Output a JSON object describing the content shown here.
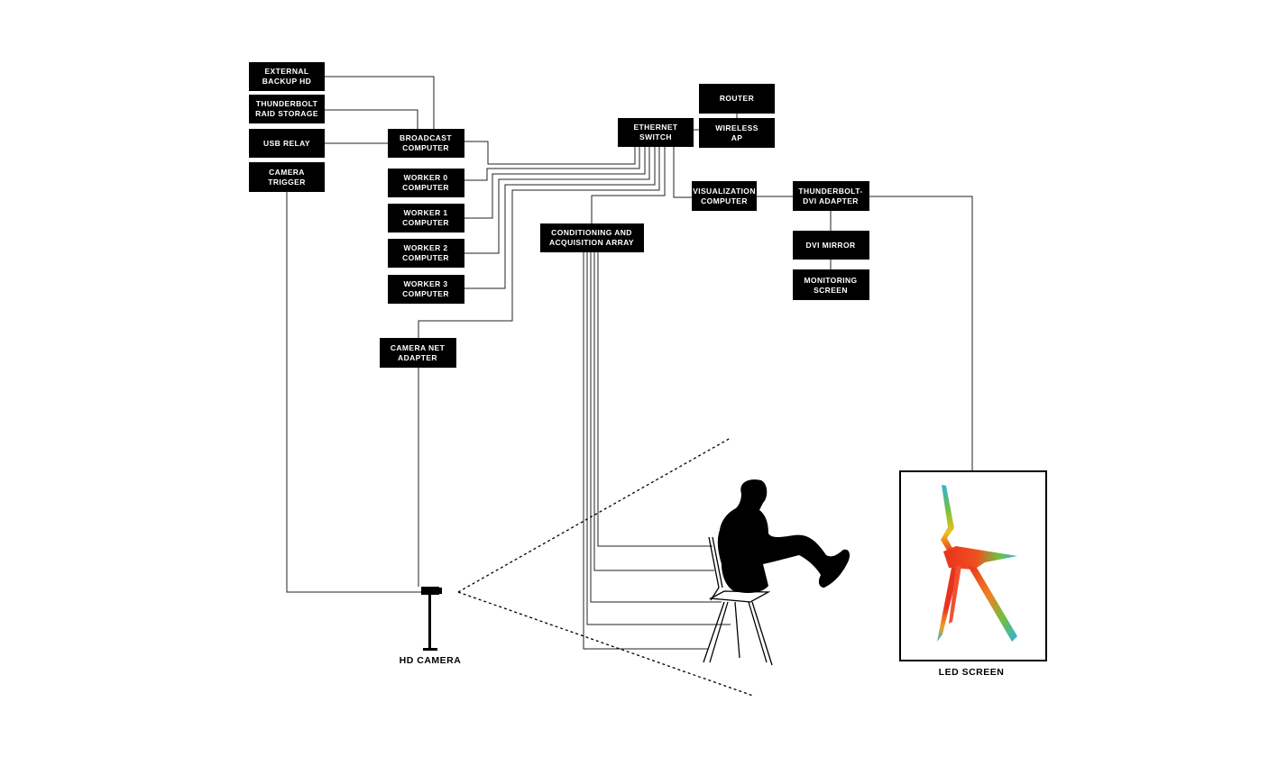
{
  "nodes": {
    "external_backup_hd": [
      "EXTERNAL",
      "BACKUP HD"
    ],
    "thunderbolt_raid": [
      "THUNDERBOLT",
      "RAID STORAGE"
    ],
    "usb_relay": [
      "USB RELAY"
    ],
    "camera_trigger": [
      "CAMERA",
      "TRIGGER"
    ],
    "broadcast_computer": [
      "BROADCAST",
      "COMPUTER"
    ],
    "worker_0": [
      "WORKER 0",
      "COMPUTER"
    ],
    "worker_1": [
      "WORKER 1",
      "COMPUTER"
    ],
    "worker_2": [
      "WORKER 2",
      "COMPUTER"
    ],
    "worker_3": [
      "WORKER 3",
      "COMPUTER"
    ],
    "camera_net_adapter": [
      "CAMERA NET",
      "ADAPTER"
    ],
    "ethernet_switch": [
      "ETHERNET",
      "SWITCH"
    ],
    "router": [
      "ROUTER"
    ],
    "wireless_ap": [
      "WIRELESS",
      "AP"
    ],
    "visualization_computer": [
      "VISUALIZATION",
      "COMPUTER"
    ],
    "thunderbolt_dvi": [
      "THUNDERBOLT-",
      "DVI ADAPTER"
    ],
    "dvi_mirror": [
      "DVI MIRROR"
    ],
    "monitoring_screen": [
      "MONITORING",
      "SCREEN"
    ],
    "conditioning_array": [
      "CONDITIONING AND",
      "ACQUISITION ARRAY"
    ]
  },
  "captions": {
    "hd_camera": "HD CAMERA",
    "led_screen": "LED SCREEN"
  },
  "colors": {
    "box": "#000000",
    "box_text": "#ffffff",
    "wire": "#222222",
    "heat_hot": "#e8321e",
    "heat_mid": "#f0c020",
    "heat_cool": "#2fb0e0",
    "heat_green": "#70c040"
  }
}
